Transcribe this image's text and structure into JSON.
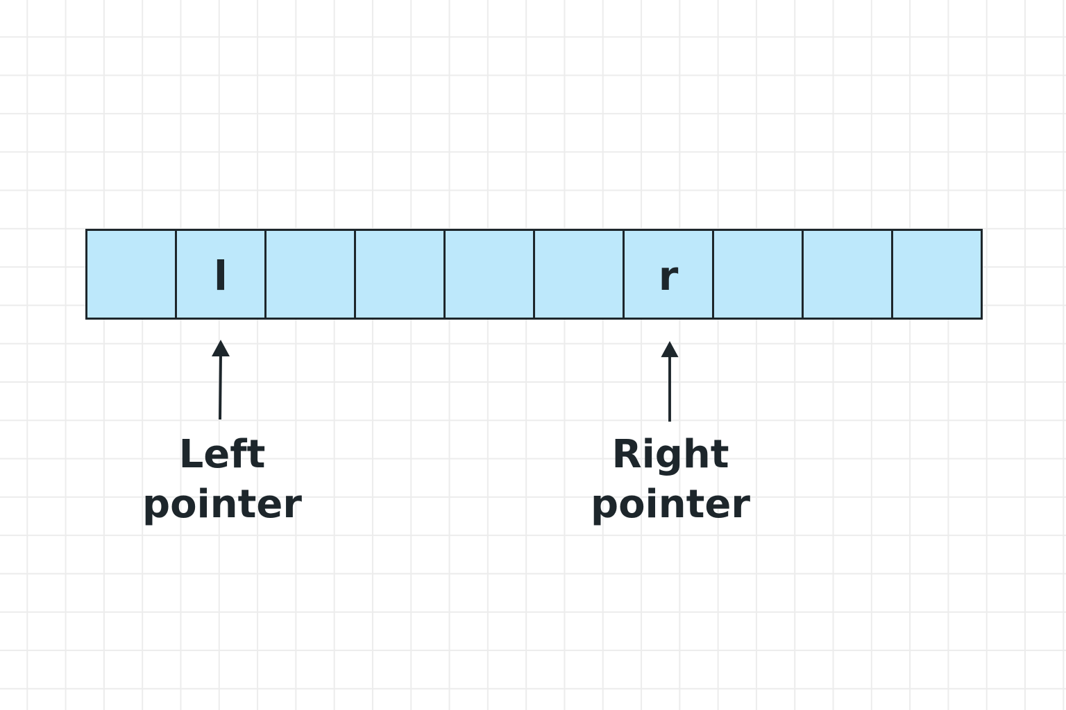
{
  "array": {
    "cells": [
      "",
      "l",
      "",
      "",
      "",
      "",
      "r",
      "",
      "",
      ""
    ]
  },
  "pointers": {
    "left": {
      "line1": "Left",
      "line2": "pointer"
    },
    "right": {
      "line1": "Right",
      "line2": "pointer"
    }
  },
  "colors": {
    "cell_fill": "#bde8fb",
    "stroke": "#1d262b",
    "grid": "#ececec",
    "background": "#ffffff"
  }
}
